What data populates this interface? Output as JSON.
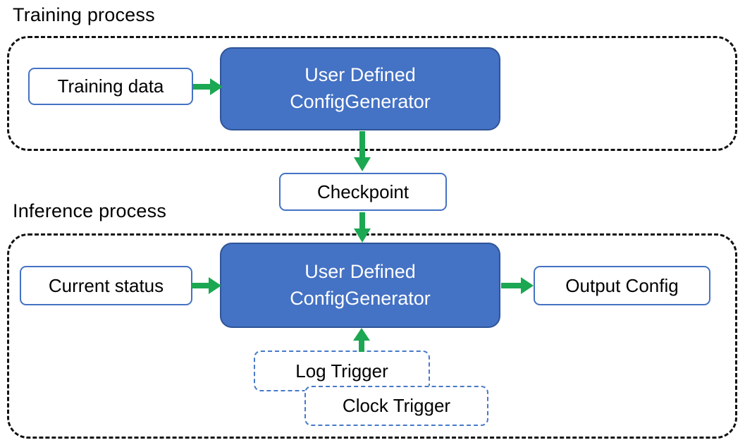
{
  "colors": {
    "generator_fill": "#4472C4",
    "generator_border": "#2F5597",
    "io_box_border": "#4472C4",
    "trigger_border": "#4779C8",
    "arrow_green": "#1CA752",
    "container_dash": "#111111",
    "text_dark": "#000000",
    "text_light": "#FFFFFF"
  },
  "training": {
    "section_label": "Training process",
    "input_box": "Training data",
    "generator": {
      "line1": "User Defined",
      "line2": "ConfigGenerator"
    }
  },
  "checkpoint": {
    "label": "Checkpoint"
  },
  "inference": {
    "section_label": "Inference process",
    "input_box": "Current status",
    "generator": {
      "line1": "User Defined",
      "line2": "ConfigGenerator"
    },
    "output_box": "Output Config",
    "triggers": {
      "log": "Log Trigger",
      "clock": "Clock Trigger"
    }
  }
}
